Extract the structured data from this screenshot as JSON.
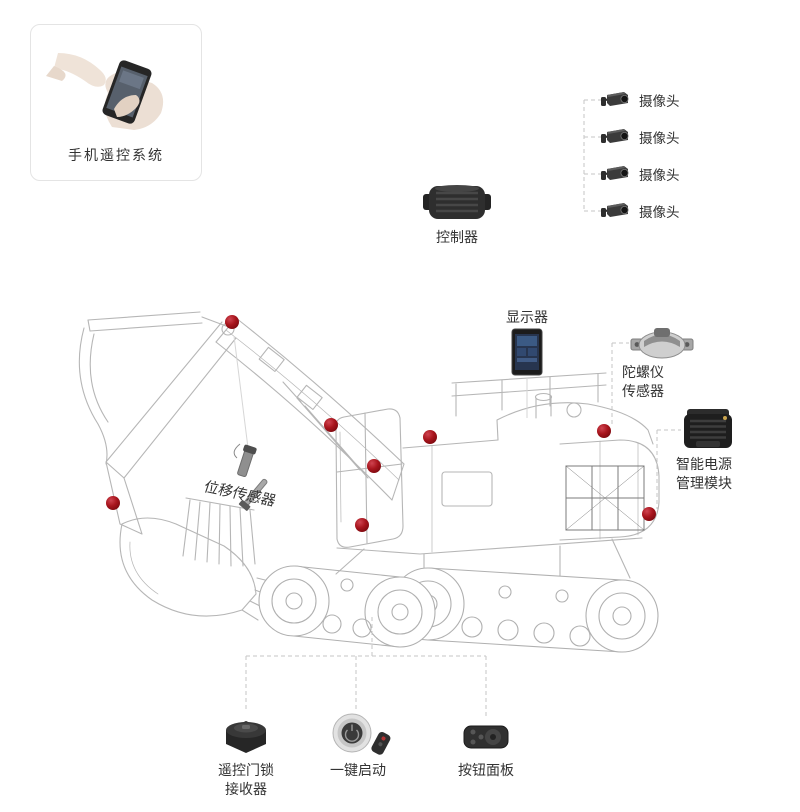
{
  "colors": {
    "accent_red": "#a8151d",
    "wireframe_gray": "#b6b6b6",
    "dash_gray": "#c5c5c5",
    "label_text": "#333333"
  },
  "icons": {
    "phone_hands": "hands-holding-smartphone-photo",
    "camera": "cctv-camera-icon",
    "controller": "ecu-controller-module-icon",
    "display": "tablet-display-icon",
    "gyro": "gyroscope-sensor-icon",
    "power": "power-management-module-icon",
    "displacement": "displacement-sensor-probe-icon",
    "door_lock": "remote-door-lock-receiver-icon",
    "start_button": "one-key-start-button-icon",
    "button_panel": "button-panel-remote-icon",
    "location_dot": "red-component-location-dot"
  },
  "phone_system": {
    "label": "手机遥控系统"
  },
  "cameras": {
    "items": [
      {
        "label": "摄像头"
      },
      {
        "label": "摄像头"
      },
      {
        "label": "摄像头"
      },
      {
        "label": "摄像头"
      }
    ]
  },
  "controller": {
    "label": "控制器"
  },
  "display": {
    "label": "显示器"
  },
  "gyro_sensor": {
    "line1": "陀螺仪",
    "line2": "传感器"
  },
  "power_module": {
    "line1": "智能电源",
    "line2": "管理模块"
  },
  "displacement_sensor": {
    "label": "位移传感器"
  },
  "door_lock_receiver": {
    "line1": "遥控门锁",
    "line2": "接收器"
  },
  "one_key_start": {
    "label": "一键启动"
  },
  "button_panel": {
    "label": "按钮面板"
  }
}
